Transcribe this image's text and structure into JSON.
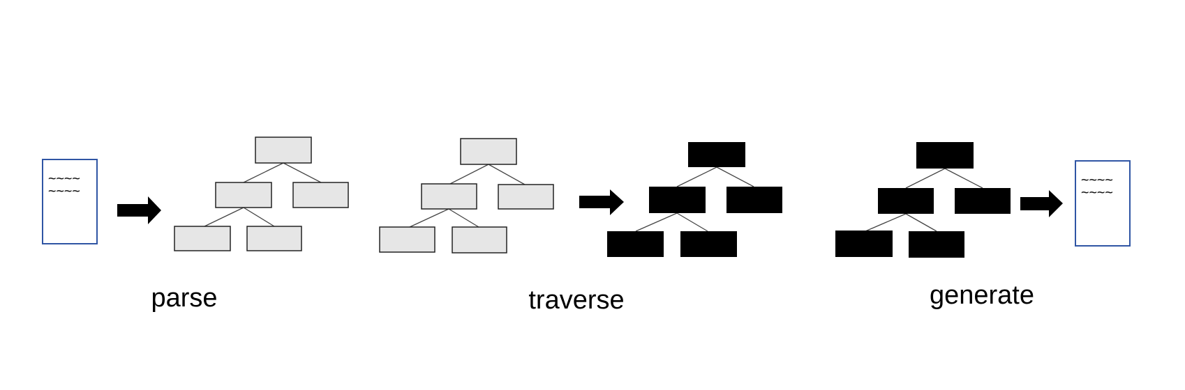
{
  "stages": {
    "parse": "parse",
    "traverse": "traverse",
    "generate": "generate"
  },
  "documents": {
    "input": {
      "line1": "~~~~",
      "line2": "~~~~"
    },
    "output": {
      "line1": "~~~~",
      "line2": "~~~~"
    }
  },
  "trees": {
    "count": 4,
    "node_roles": [
      "root",
      "left-child",
      "right-child",
      "left-grandchild",
      "right-grandchild"
    ]
  },
  "colors": {
    "document_border": "#2f55a4",
    "light_node_fill": "#e6e6e6",
    "light_node_border": "#222222",
    "dark_node_fill": "#000000",
    "edge": "#444444",
    "arrow": "#000000"
  },
  "icons": [
    "document-icon",
    "arrow-right-icon",
    "tree-icon"
  ]
}
